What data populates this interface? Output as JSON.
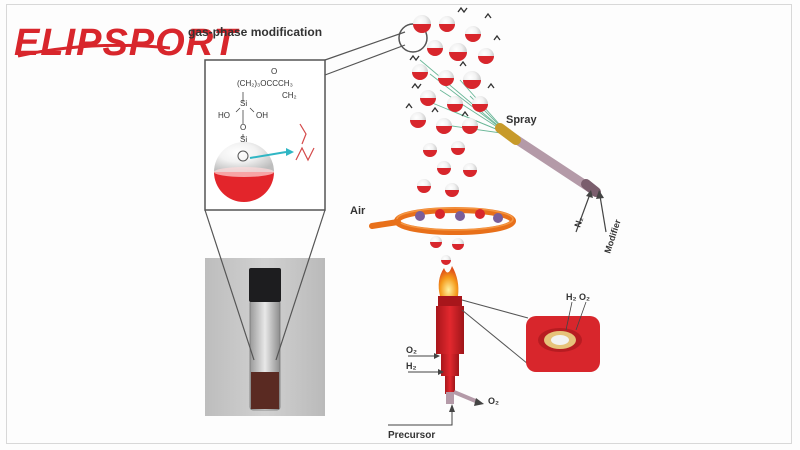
{
  "logo": {
    "text": "ELIPSPORT",
    "color": "#d8262c"
  },
  "diagram": {
    "title": "gas-phase modification",
    "formula": {
      "top": "O",
      "group": "(CH₂)₃OCCCH₃",
      "ch2": "CH₂",
      "si": "Si",
      "ho": "HO",
      "oh": "OH",
      "o": "O"
    },
    "labels": {
      "spray": "Spray",
      "air": "Air",
      "n2": "N₂",
      "modifier": "Modifier",
      "h2_o2_top": "H₂ O₂",
      "o2_left": "O₂",
      "h2_left": "H₂",
      "o2_bottom": "O₂",
      "precursor": "Precursor"
    },
    "colors": {
      "red": "#d8262c",
      "orange": "#e8701a",
      "pipe": "#b49aa8",
      "gray": "#666666"
    }
  }
}
